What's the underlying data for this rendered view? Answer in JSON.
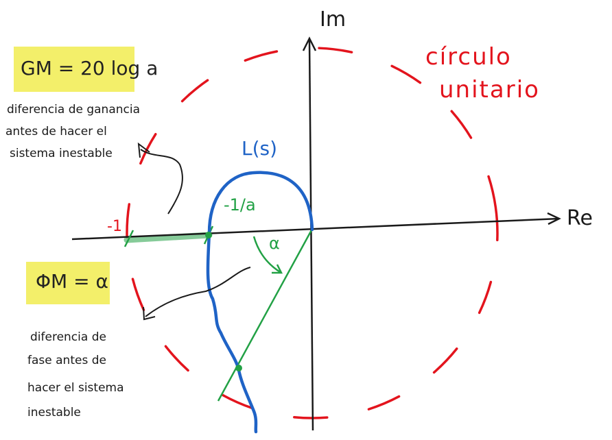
{
  "axes": {
    "real_label": "Re",
    "imag_label": "Im"
  },
  "unit_circle": {
    "label_line1": "círculo",
    "label_line2": "unitario",
    "color": "#e3141d"
  },
  "curve": {
    "label": "L(s)",
    "color": "#1f63c6"
  },
  "markers": {
    "minus_one": "-1",
    "minus_one_over_a": "-1/a",
    "alpha": "α",
    "color": "#22a145"
  },
  "gain_margin": {
    "formula": "GM = 20 log a",
    "note_lines": [
      "diferencia de ganancia",
      "antes de hacer el",
      "sistema inestable"
    ]
  },
  "phase_margin": {
    "formula": "ΦM = α",
    "note_lines": [
      "diferencia de",
      "fase antes de",
      "hacer el sistema",
      "inestable"
    ]
  },
  "colors": {
    "highlight": "#f3ef6a",
    "ink": "#1a1a1a"
  }
}
